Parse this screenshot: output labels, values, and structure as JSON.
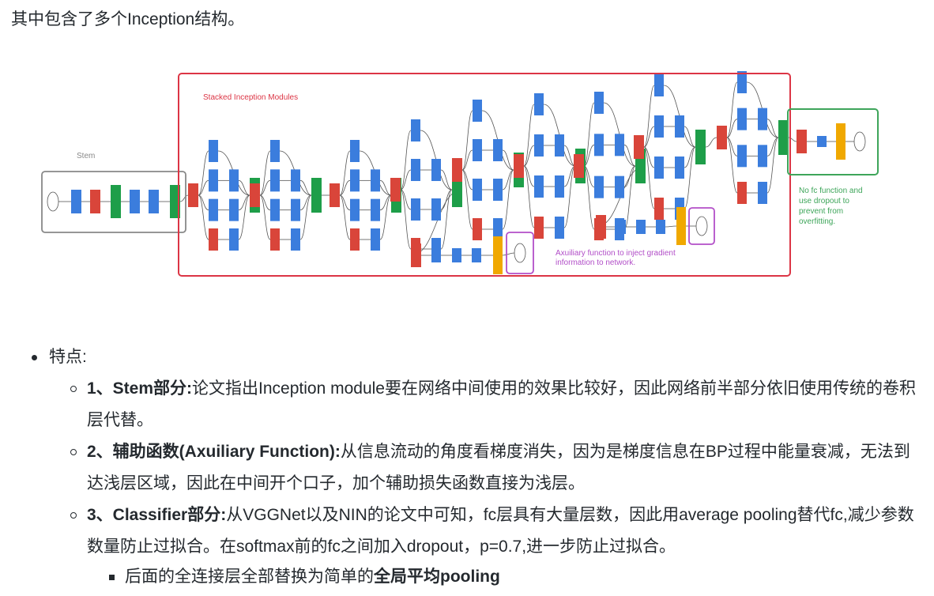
{
  "intro": "其中包含了多个Inception结构。",
  "figure": {
    "stem_label": "Stem",
    "stacked_label": "Stacked Inception Modules",
    "aux_note_line1": "Axuiliary function to inject gradient",
    "aux_note_line2": "information to network.",
    "nofc_line1": "No fc function and",
    "nofc_line2": "use dropout to",
    "nofc_line3": "prevent from",
    "nofc_line4": "overfitting."
  },
  "features": {
    "title": "特点:",
    "items": [
      {
        "head": "1、Stem部分:",
        "text": "论文指出Inception module要在网络中间使用的效果比较好，因此网络前半部分依旧使用传统的卷积层代替。"
      },
      {
        "head": "2、辅助函数(Axuiliary Function):",
        "text": "从信息流动的角度看梯度消失，因为是梯度信息在BP过程中能量衰减，无法到达浅层区域，因此在中间开个口子，加个辅助损失函数直接为浅层。"
      },
      {
        "head": "3、Classifier部分:",
        "text": "从VGGNet以及NIN的论文中可知，fc层具有大量层数，因此用average pooling替代fc,减少参数数量防止过拟合。在softmax前的fc之间加入dropout，p=0.7,进一步防止过拟合。"
      }
    ],
    "sub": {
      "pre": "后面的全连接层全部替换为简单的",
      "bold": "全局平均pooling"
    }
  },
  "colors": {
    "conv": "#3b7ddd",
    "pool": "#d9453a",
    "concat": "#1e9e49",
    "softmax": "#f0a800",
    "stem_box": "#888888",
    "stack_box": "#dc3545",
    "aux_box": "#b24fc8",
    "nofc_box": "#3ea55a"
  }
}
